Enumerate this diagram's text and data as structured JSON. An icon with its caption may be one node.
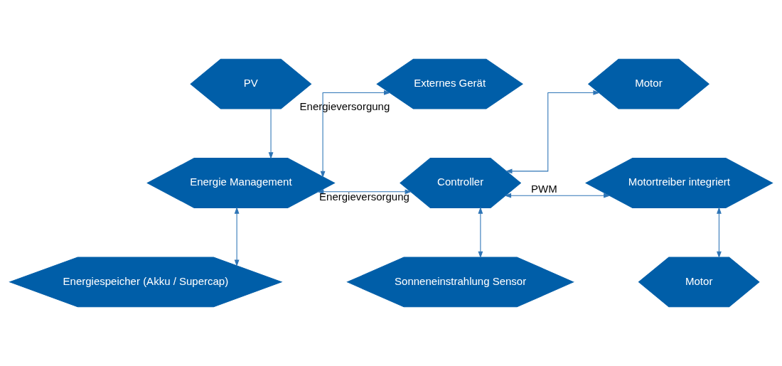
{
  "diagram": {
    "nodes": [
      {
        "text": [
          "PV"
        ]
      },
      {
        "text": [
          "Externes Gerät"
        ]
      },
      {
        "text": [
          "Motor"
        ]
      },
      {
        "text": [
          "Energie Management"
        ]
      },
      {
        "text": [
          "Controller"
        ]
      },
      {
        "text": [
          "Motortreiber integriert"
        ]
      },
      {
        "text": [
          "Energiespeicher (Akku / Supercap)"
        ]
      },
      {
        "text": [
          "Sonneneinstrahlung Sensor"
        ]
      },
      {
        "text": [
          "Motor"
        ]
      }
    ],
    "edges": [
      {
        "from": 0,
        "to": 3,
        "arrow": "to"
      },
      {
        "from": 3,
        "to": 1,
        "arrow": "both",
        "label": "Energieversorgung"
      },
      {
        "from": 3,
        "to": 4,
        "arrow": "both",
        "label": "Energieversorgung"
      },
      {
        "from": 4,
        "to": 2,
        "arrow": "both"
      },
      {
        "from": 4,
        "to": 5,
        "arrow": "both",
        "label": "PWM"
      },
      {
        "from": 3,
        "to": 6,
        "arrow": "both"
      },
      {
        "from": 4,
        "to": 7,
        "arrow": "both"
      },
      {
        "from": 5,
        "to": 8,
        "arrow": "both"
      }
    ]
  }
}
